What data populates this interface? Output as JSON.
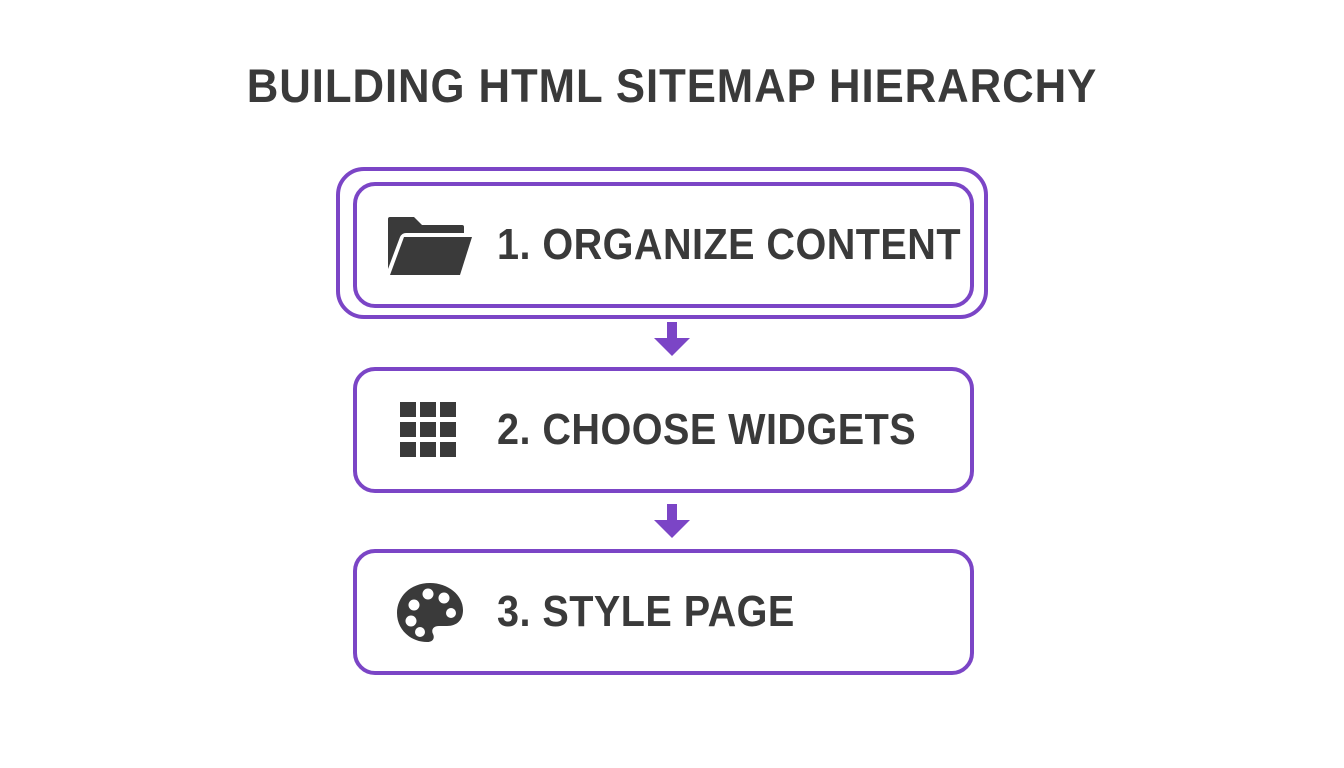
{
  "title": "BUILDING HTML SITEMAP HIERARCHY",
  "steps": [
    {
      "label": "1. ORGANIZE CONTENT",
      "icon": "folder-icon"
    },
    {
      "label": "2. CHOOSE WIDGETS",
      "icon": "grid-icon"
    },
    {
      "label": "3. STYLE PAGE",
      "icon": "palette-icon"
    }
  ],
  "colors": {
    "accent": "#7b45c6",
    "text": "#3a3a3a",
    "background": "#ffffff"
  }
}
